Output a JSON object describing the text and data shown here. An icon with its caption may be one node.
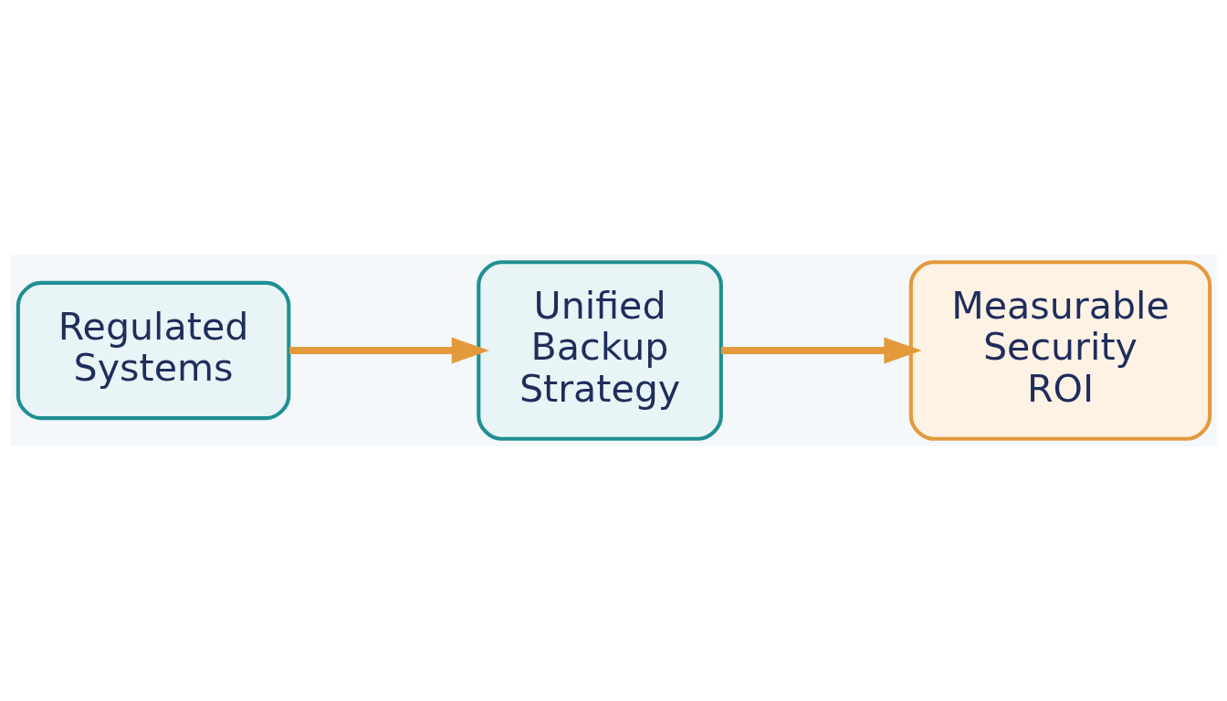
{
  "diagram": {
    "nodes": [
      {
        "text": [
          "Regulated Systems"
        ]
      },
      {
        "text": [
          "Unified Backup Strategy"
        ]
      },
      {
        "text": [
          "Measurable Security ROI"
        ]
      }
    ],
    "edges": [
      {
        "from": 0,
        "to": 1,
        "arrow": "to",
        "color": "#e39a3b"
      },
      {
        "from": 1,
        "to": 2,
        "arrow": "to",
        "color": "#e39a3b"
      }
    ]
  }
}
